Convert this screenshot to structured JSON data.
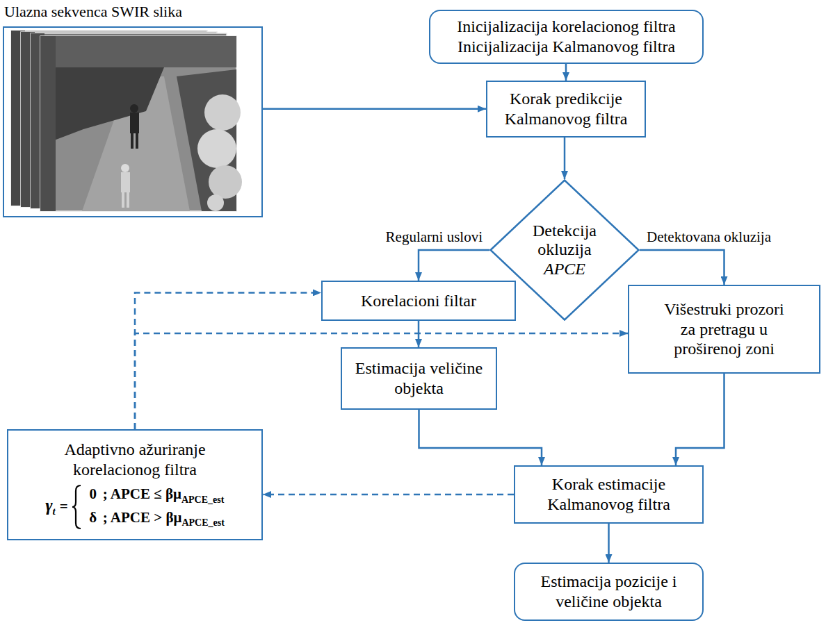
{
  "diagram": {
    "nodes": [
      {
        "text": [
          "Ulazna sekvenca SWIR slika"
        ]
      },
      {
        "text": [
          "Inicijalizacija korelacionog filtra",
          "Inicijalizacija Kalmanovog filtra"
        ]
      },
      {
        "text": [
          "Korak predikcije Kalmanovog filtra"
        ]
      },
      {
        "text": [
          "Detekcija okluzija",
          "APCE"
        ]
      },
      {
        "text": [
          "Korelacioni filtar"
        ]
      },
      {
        "text": [
          "Višestruki prozori za pretragu u proširenoj zoni"
        ]
      },
      {
        "text": [
          "Estimacija veličine objekta"
        ]
      },
      {
        "text": [
          "Adaptivno ažuriranje korelacionog filtra",
          "γ",
          "t",
          "=",
          "0",
          "; APCE ≤ βμ",
          "APCE_est",
          "δ",
          "; APCE > βμ",
          "APCE_est"
        ]
      },
      {
        "text": [
          "Korak estimacije Kalmanovog filtra"
        ]
      },
      {
        "text": [
          "Estimacija pozicije i veličine objekta"
        ]
      }
    ],
    "edges": [
      {
        "from": 0,
        "to": 2,
        "arrow": "to"
      },
      {
        "from": 1,
        "to": 2,
        "arrow": "to"
      },
      {
        "from": 2,
        "to": 3,
        "arrow": "to"
      },
      {
        "from": 3,
        "to": 4,
        "label": "Regularni uslovi",
        "arrow": "to"
      },
      {
        "from": 3,
        "to": 5,
        "label": "Detektovana okluzija",
        "arrow": "to"
      },
      {
        "from": 4,
        "to": 6,
        "arrow": "to"
      },
      {
        "from": 6,
        "to": 8,
        "arrow": "to"
      },
      {
        "from": 5,
        "to": 8,
        "arrow": "to"
      },
      {
        "from": 8,
        "to": 9,
        "arrow": "to"
      },
      {
        "from": 8,
        "to": 7,
        "arrow": "to"
      },
      {
        "from": 7,
        "to": 4,
        "arrow": "to"
      },
      {
        "from": 7,
        "to": 5,
        "arrow": "to"
      }
    ]
  }
}
